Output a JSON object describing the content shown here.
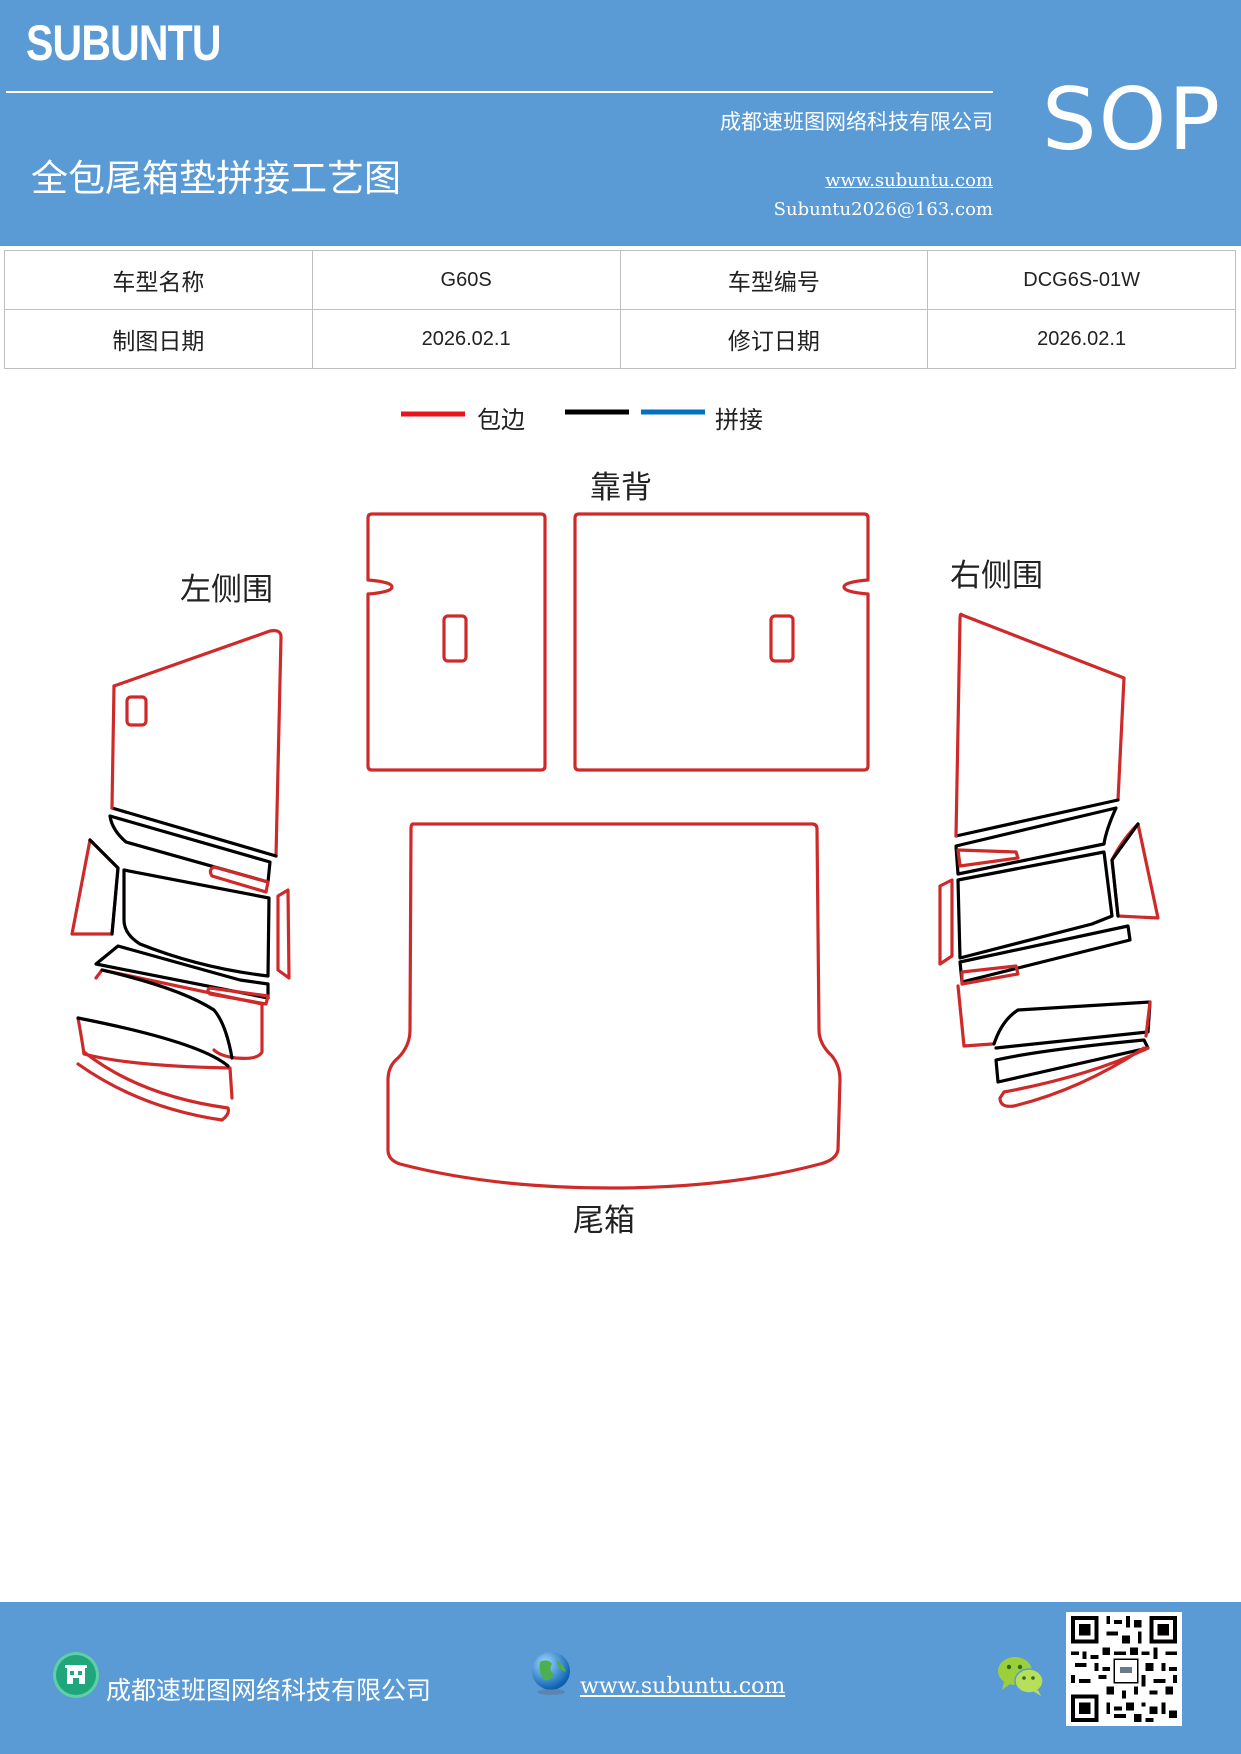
{
  "header": {
    "brand": "SUBUNTU",
    "company": "成都速班图网络科技有限公司",
    "website": "www.subuntu.com",
    "email": "Subuntu2026@163.com",
    "title": "全包尾箱垫拼接工艺图",
    "badge": "SOP"
  },
  "info": {
    "row1": {
      "label1": "车型名称",
      "value1": "G60S",
      "label2": "车型编号",
      "value2": "DCG6S-01W"
    },
    "row2": {
      "label1": "制图日期",
      "value1": "2026.02.1",
      "label2": "修订日期",
      "value2": "2026.02.1"
    }
  },
  "legend": {
    "edge_label": "包边",
    "splice_label": "拼接",
    "colors": {
      "edge": "#e8131b",
      "black": "#000000",
      "splice": "#0070c0"
    }
  },
  "parts": {
    "back": "靠背",
    "left_side": "左侧围",
    "right_side": "右侧围",
    "trunk": "尾箱"
  },
  "footer": {
    "company": "成都速班图网络科技有限公司",
    "website": "www.subuntu.com"
  },
  "icons": [
    "building-icon",
    "globe-icon",
    "wechat-icon",
    "qr-code"
  ]
}
